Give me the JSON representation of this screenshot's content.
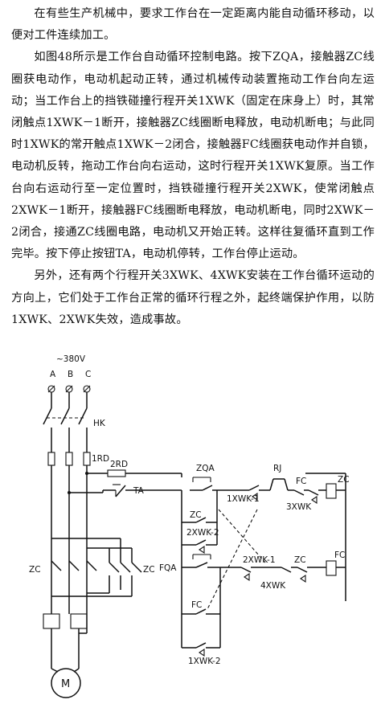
{
  "paragraphs": [
    "在有些生产机械中，要求工作台在一定距离内能自动循环移动，以便对工件连续加工。",
    "如图48所示是工作台自动循环控制电路。按下ZQA，接触器ZC线圈获电动作，电动机起动正转，通过机械传动装置拖动工作台向左运动；当工作台上的挡铁碰撞行程开关1XWK（固定在床身上）时，其常闭触点1XWK－1断开，接触器ZC线圈断电释放，电动机断电；与此同时1XWK的常开触点1XWK－2闭合，接触器FC线圈获电动作并自锁，电动机反转，拖动工作台向右运动，这时行程开关1XWK复原。当工作台向右运动行至一定位置时，挡铁碰撞行程开关2XWK，使常闭触点2XWK－1断开，接触器FC线圈断电释放，电动机断电，同时2XWK－2闭合，接通ZC线圈电路，电动机又开始正转。这样往复循环直到工作完毕。按下停止按钮TA，电动机停转，工作台停止运动。",
    "另外，还有两个行程开关3XWK、4XWK安装在工作台循环运动的方向上，它们处于工作台正常的循环行程之外，起终端保护作用，以防1XWK、2XWK失效，造成事故。"
  ],
  "diagram": {
    "voltage": "~380V",
    "phase_a": "A",
    "phase_b": "B",
    "phase_c": "C",
    "hk": "HK",
    "rd1": "1RD",
    "rd2": "2RD",
    "ta": "TA",
    "zqa": "ZQA",
    "rj": "RJ",
    "xwk1_1": "1XWK-1",
    "fc_contact_top": "FC",
    "zc_coil": "ZC",
    "xwk3": "3XWK",
    "zc_selfhold": "ZC",
    "xwk2_2": "2XWK-2",
    "fqa": "FQA",
    "xwk2_1": "2XWK-1",
    "zc_interlock": "ZC",
    "fc_coil": "FC",
    "xwk4": "4XWK",
    "fc_selfhold": "FC",
    "xwk1_2": "1XWK-2",
    "zc_main_left": "ZC",
    "zc_main_right": "ZC",
    "motor": "M"
  }
}
